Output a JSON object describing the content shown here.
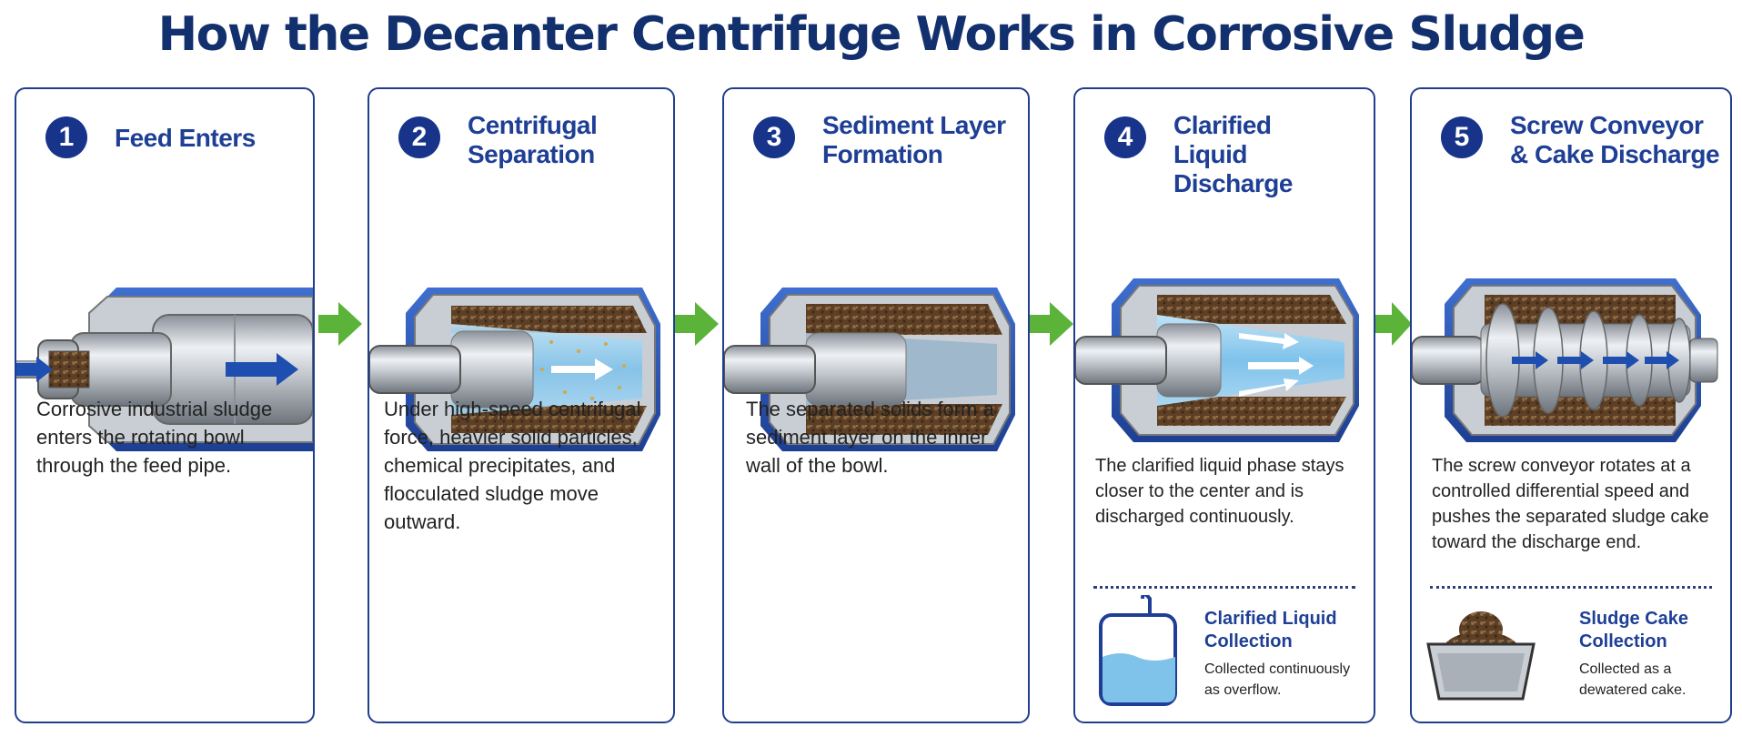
{
  "title": "How the Decanter Centrifuge Works in Corrosive Sludge",
  "colors": {
    "navy": "#17348a",
    "heading": "#1e3f95",
    "flow_arrow": "#5bb33a",
    "steel": "#b9bfc6",
    "blue_housing": "#2a56b8",
    "sludge": "#6b4a2e",
    "liquid": "#7fc2ea"
  },
  "steps": [
    {
      "number": "1",
      "title": "Feed Enters",
      "description": "Corrosive industrial sludge enters the rotating bowl through the feed pipe."
    },
    {
      "number": "2",
      "title": "Centrifugal Separation",
      "description": "Under high-speed centrifugal force, heavier solid particles, chemical precipitates, and flocculated sludge move outward."
    },
    {
      "number": "3",
      "title": "Sediment Layer Formation",
      "description": "The separated solids form a sediment layer on the inner wall of the bowl."
    },
    {
      "number": "4",
      "title": "Clarified Liquid Discharge",
      "description": "The clarified liquid phase stays closer to the center and is discharged continuously.",
      "collection": {
        "icon": "liquid-container-icon",
        "title": "Clarified Liquid Collection",
        "description": "Collected continuously as overflow."
      }
    },
    {
      "number": "5",
      "title": "Screw Conveyor & Cake Discharge",
      "description": "The screw conveyor rotates at a controlled differential speed and pushes the separated sludge cake toward the discharge end.",
      "collection": {
        "icon": "sludge-cake-tray-icon",
        "title": "Sludge Cake Collection",
        "description": "Collected as a dewatered cake."
      }
    }
  ]
}
